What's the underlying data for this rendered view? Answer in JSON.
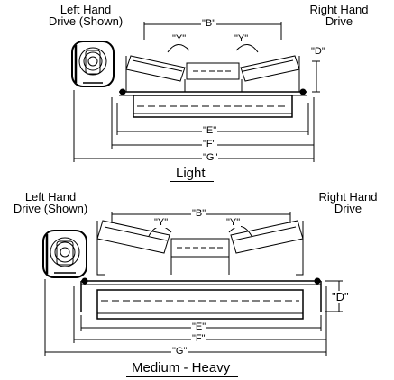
{
  "light": {
    "left_drive_line1": "Left Hand",
    "left_drive_line2": "Drive (Shown)",
    "right_drive_line1": "Right Hand",
    "right_drive_line2": "Drive",
    "dim_b": "\"B\"",
    "dim_y": "\"Y\"",
    "dim_d": "\"D\"",
    "dim_e": "\"E\"",
    "dim_f": "\"F\"",
    "dim_g": "\"G\"",
    "caption": "Light"
  },
  "heavy": {
    "left_drive_line1": "Left Hand",
    "left_drive_line2": "Drive (Shown)",
    "right_drive_line1": "Right Hand",
    "right_drive_line2": "Drive",
    "dim_b": "\"B\"",
    "dim_y": "\"Y\"",
    "dim_d": "\"D\"",
    "dim_e": "\"E\"",
    "dim_f": "\"F\"",
    "dim_g": "\"G\"",
    "caption": "Medium - Heavy"
  }
}
